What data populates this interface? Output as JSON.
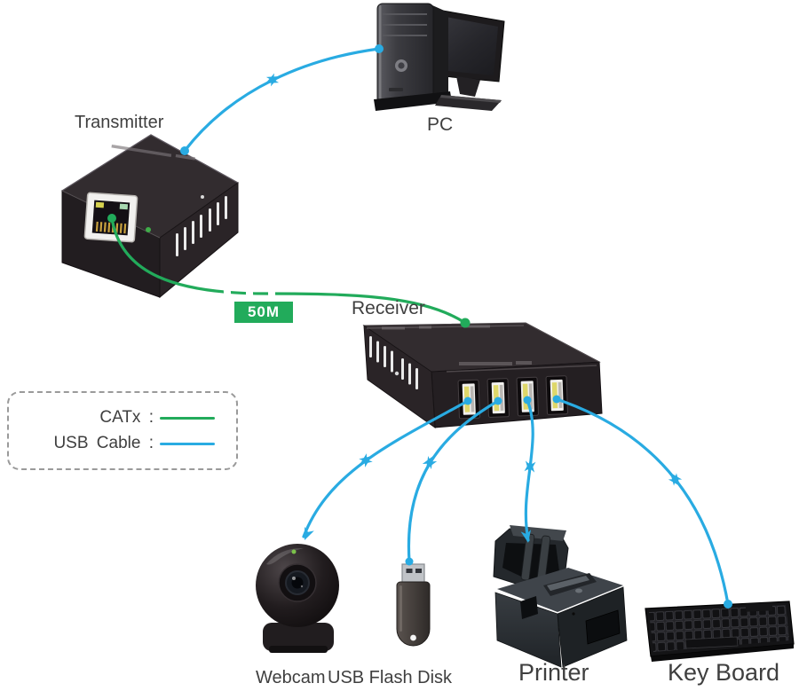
{
  "diagram": {
    "labels": {
      "transmitter": "Transmitter",
      "pc": "PC",
      "receiver": "Receiver",
      "distance_badge": "50M",
      "webcam": "Webcam",
      "usb_flash_disk": "USB Flash Disk",
      "printer": "Printer",
      "keyboard": "Key Board"
    },
    "legend": {
      "items": [
        {
          "label": "CATx :",
          "cable": "catx",
          "color": "#22AB5B"
        },
        {
          "label": "USB Cable :",
          "cable": "usb",
          "color": "#29ABE2"
        }
      ]
    },
    "connections": [
      {
        "from": "Transmitter",
        "to": "PC",
        "cable": "USB Cable"
      },
      {
        "from": "Transmitter",
        "to": "Receiver",
        "cable": "CATx",
        "distance": "50M"
      },
      {
        "from": "Receiver",
        "to": "Webcam",
        "cable": "USB Cable"
      },
      {
        "from": "Receiver",
        "to": "USB Flash Disk",
        "cable": "USB Cable"
      },
      {
        "from": "Receiver",
        "to": "Printer",
        "cable": "USB Cable"
      },
      {
        "from": "Receiver",
        "to": "Key Board",
        "cable": "USB Cable"
      }
    ],
    "colors": {
      "catx_cable": "#22AB5B",
      "usb_cable": "#29ABE2",
      "badge_background": "#22AB5B",
      "badge_text": "#FFFFFF",
      "label_text": "#3F3F3F"
    }
  }
}
